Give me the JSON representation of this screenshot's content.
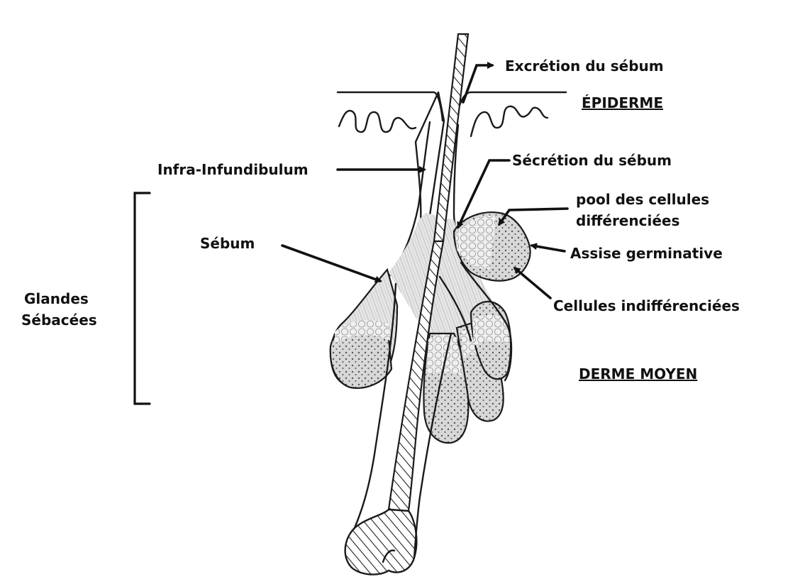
{
  "labels": {
    "excretion": "Excrétion du sébum",
    "epiderme": "ÉPIDERME",
    "infra_infundibulum": "Infra-Infundibulum",
    "secretion": "Sécrétion du sébum",
    "pool_line1": "pool des cellules",
    "pool_line2": "différenciées",
    "sebum": "Sébum",
    "assise": "Assise germinative",
    "glandes_line1": "Glandes",
    "glandes_line2": "Sébacées",
    "cellules_indiff": "Cellules indifférenciées",
    "derme_moyen": "DERME MOYEN"
  },
  "colors": {
    "ink": "#111111",
    "gland_fill": "#e4e4e4",
    "stipple": "#7a7a7a",
    "background": "#ffffff"
  }
}
